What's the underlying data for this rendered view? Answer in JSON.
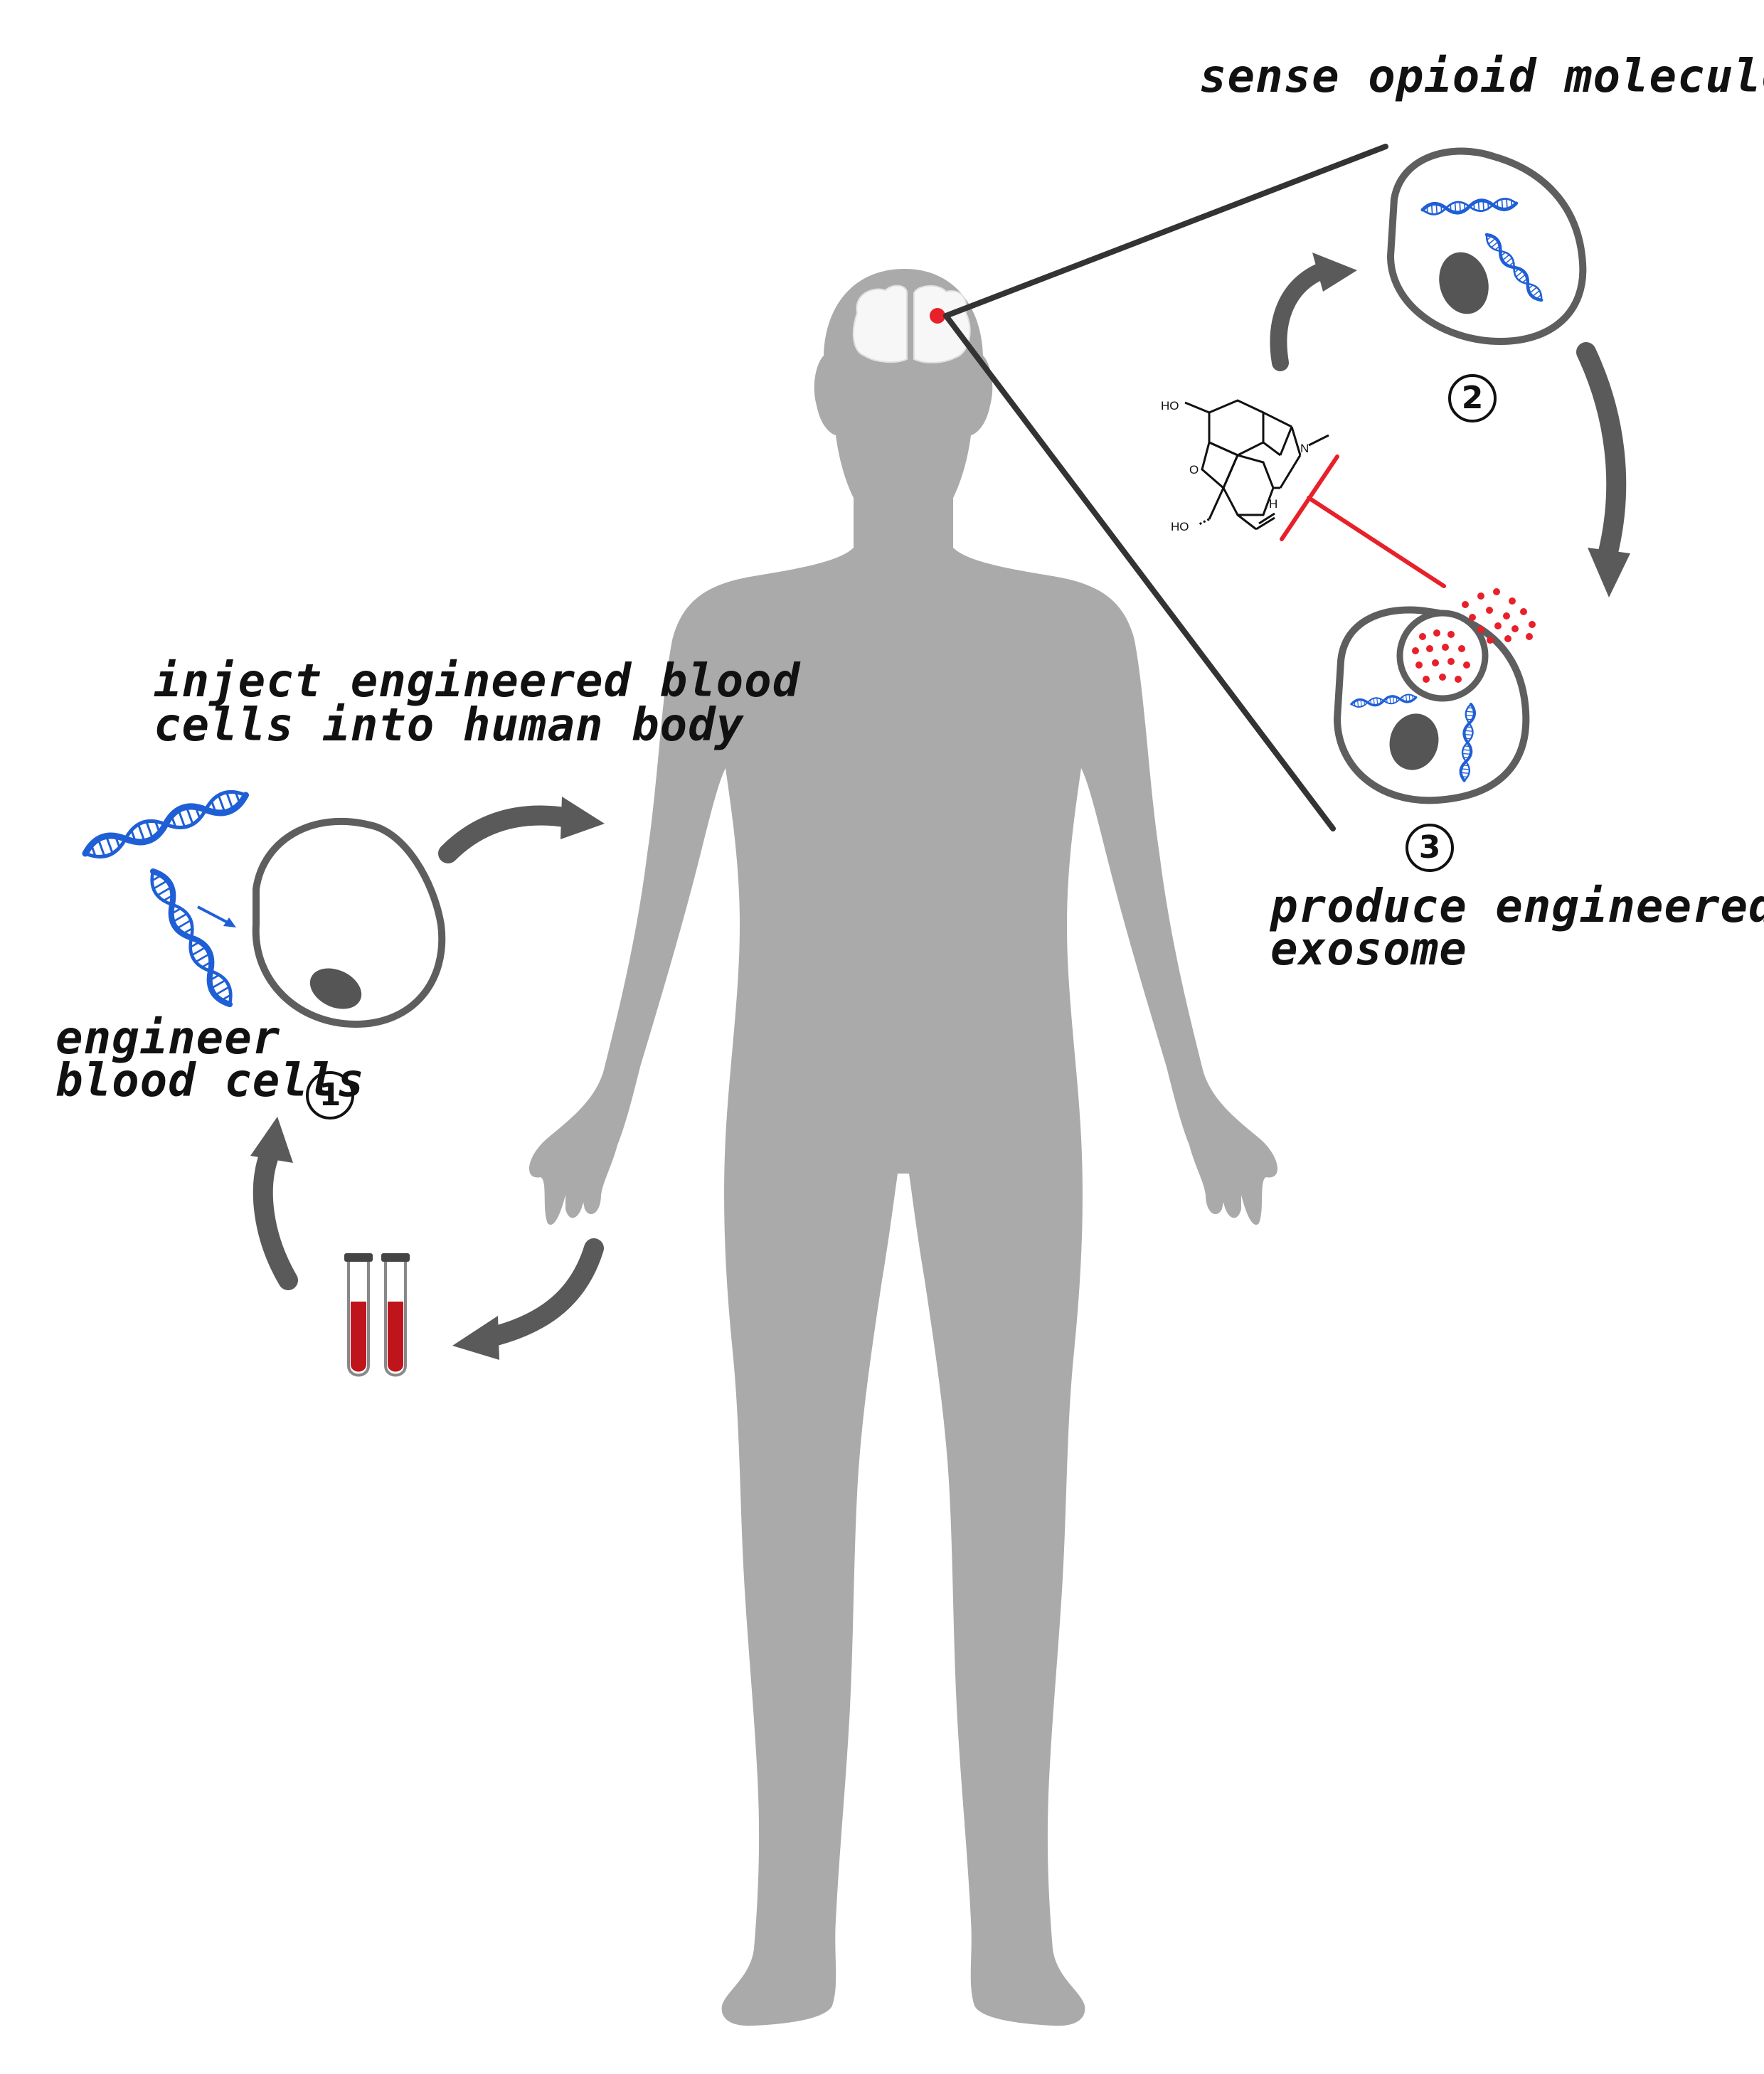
{
  "labels": {
    "sense": "sense opioid molecules",
    "inject_line1": "inject engineered blood",
    "inject_line2": "cells into human body",
    "produce_line1": "produce engineered",
    "produce_line2": "exosome",
    "engineer_line1": "engineer",
    "engineer_line2": "blood cells"
  },
  "steps": {
    "one": "1",
    "two": "2",
    "three": "3"
  },
  "morphine": {
    "ho_top": "HO",
    "ho_bottom": "HO",
    "n": "N",
    "o": "O",
    "h": "H"
  },
  "colors": {
    "body": "#aaaaaa",
    "arrow": "#5a5a5a",
    "cell_outline": "#5e5e5e",
    "dna": "#1f5fd6",
    "inhibit": "#e8202a",
    "blood": "#c0141c"
  }
}
